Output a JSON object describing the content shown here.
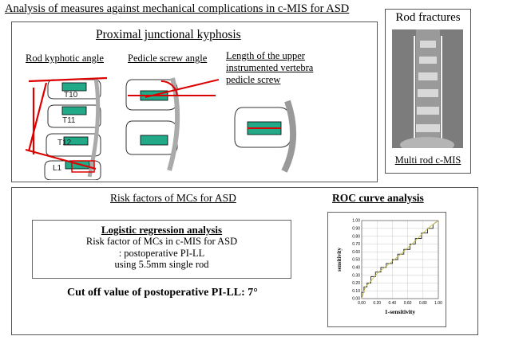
{
  "title": "Analysis of measures against mechanical complications in c-MIS for ASD",
  "pjk": {
    "heading": "Proximal junctional kyphosis",
    "labels": {
      "rod_angle": "Rod kyphotic angle",
      "screw_angle": "Pedicle screw angle",
      "uiv_length": "Length of the upper instrumented vertebra pedicle screw"
    },
    "vertebrae": [
      "T10",
      "T11",
      "T12",
      "L1"
    ]
  },
  "rod": {
    "heading": "Rod fractures",
    "caption": "Multi rod c-MIS"
  },
  "risk": {
    "heading": "Risk factors of MCs for ASD",
    "logistic": {
      "heading": "Logistic regression analysis",
      "lines": [
        "Risk factor of MCs in c-MIS for ASD",
        ": postoperative PI-LL",
        "using 5.5mm single rod"
      ]
    },
    "cutoff": "Cut off value of postoperative PI-LL: 7°"
  },
  "roc": {
    "heading": "ROC curve analysis",
    "colors": {
      "curve_black": "#222222",
      "curve_yellow": "#c8c24a",
      "grid": "#bbbbbb"
    },
    "chart_data": {
      "type": "line",
      "xlabel": "1-sensitivity",
      "ylabel": "sensitivity",
      "xlim": [
        0,
        1
      ],
      "ylim": [
        0,
        1
      ],
      "x_ticks": [
        "0.00",
        "0.20",
        "0.40",
        "0.60",
        "0.80",
        "1.00"
      ],
      "y_ticks": [
        "0.00",
        "0.10",
        "0.20",
        "0.30",
        "0.40",
        "0.50",
        "0.60",
        "0.70",
        "0.80",
        "0.90",
        "1.00"
      ],
      "grid": true,
      "series": [
        {
          "x": [
            0,
            0,
            0.03,
            0.03,
            0.07,
            0.07,
            0.12,
            0.12,
            0.18,
            0.18,
            0.25,
            0.25,
            0.32,
            0.32,
            0.4,
            0.4,
            0.47,
            0.47,
            0.55,
            0.55,
            0.63,
            0.63,
            0.7,
            0.7,
            0.78,
            0.78,
            0.86,
            0.86,
            0.93,
            0.93,
            1
          ],
          "y": [
            0,
            0.08,
            0.08,
            0.15,
            0.15,
            0.2,
            0.2,
            0.28,
            0.28,
            0.34,
            0.34,
            0.4,
            0.4,
            0.45,
            0.45,
            0.5,
            0.5,
            0.57,
            0.57,
            0.63,
            0.63,
            0.7,
            0.7,
            0.77,
            0.77,
            0.84,
            0.84,
            0.9,
            0.9,
            0.95,
            1
          ]
        },
        {
          "x": [
            0,
            0.05,
            0.1,
            0.15,
            0.2,
            0.3,
            0.4,
            0.5,
            0.6,
            0.7,
            0.8,
            0.9,
            1
          ],
          "y": [
            0,
            0.15,
            0.2,
            0.26,
            0.32,
            0.4,
            0.48,
            0.56,
            0.65,
            0.74,
            0.84,
            0.93,
            1
          ]
        }
      ]
    }
  }
}
